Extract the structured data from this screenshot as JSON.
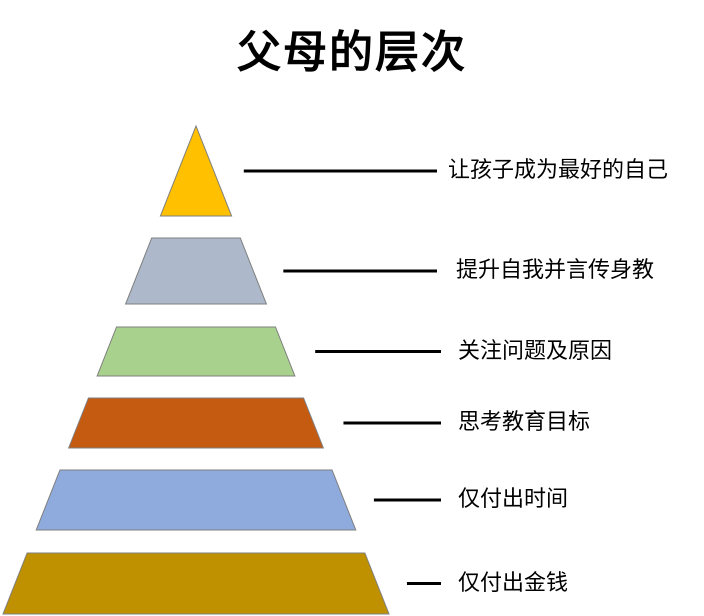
{
  "title": "父母的层次",
  "levels": [
    {
      "label": "让孩子成为最好的自己",
      "color": "#FFC000"
    },
    {
      "label": "提升自我并言传身教",
      "color": "#ADB9CA"
    },
    {
      "label": "关注问题及原因",
      "color": "#A9D18E"
    },
    {
      "label": "思考教育目标",
      "color": "#C55A11"
    },
    {
      "label": "仅付出时间",
      "color": "#8FAADC"
    },
    {
      "label": "仅付出金钱",
      "color": "#BF9000"
    }
  ],
  "colors": {
    "outline": "#7F7F7F",
    "connector": "#000000"
  }
}
